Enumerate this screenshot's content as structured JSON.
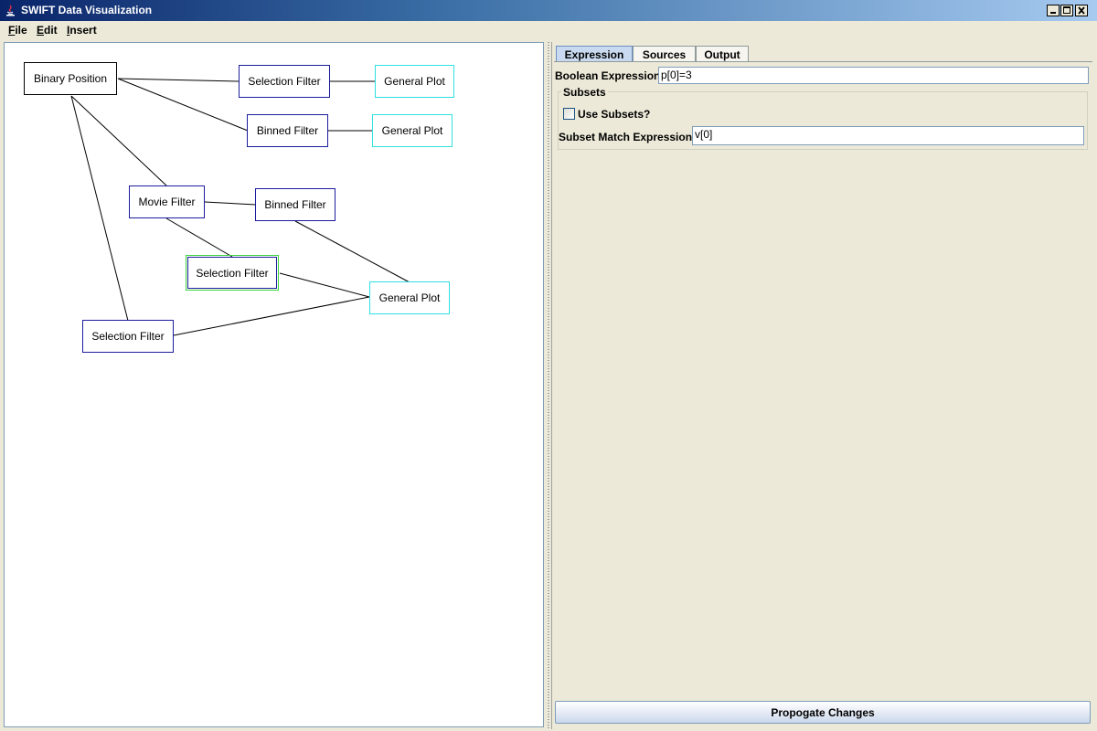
{
  "window": {
    "title": "SWIFT Data Visualization",
    "controls": [
      "minimize-icon",
      "maximize-icon",
      "close-icon"
    ]
  },
  "menu": {
    "file": {
      "mnemonic": "F",
      "rest": "ile"
    },
    "edit": {
      "mnemonic": "E",
      "rest": "dit"
    },
    "insert": {
      "mnemonic": "I",
      "rest": "nsert"
    }
  },
  "graph": {
    "nodes": {
      "binary_position": "Binary Position",
      "selection_filter_1": "Selection Filter",
      "general_plot_1": "General Plot",
      "binned_filter_1": "Binned Filter",
      "general_plot_2": "General Plot",
      "movie_filter": "Movie Filter",
      "binned_filter_2": "Binned Filter",
      "selection_filter_2": "Selection Filter",
      "general_plot_3": "General Plot",
      "selection_filter_3": "Selection Filter"
    },
    "selected_node": "selection_filter_2",
    "colors": {
      "source_border": "#000000",
      "filter_border": "#1c1c9c",
      "plot_border": "#30e0e0",
      "selection_outline": "#3ad33a"
    }
  },
  "tabs": {
    "items": [
      "Expression",
      "Sources",
      "Output"
    ],
    "active": "Expression"
  },
  "expression": {
    "boolean_label": "Boolean Expression",
    "boolean_value": "p[0]=3",
    "subsets_title": "Subsets",
    "use_subsets_label": "Use Subsets?",
    "use_subsets_checked": false,
    "subset_match_label": "Subset Match Expression",
    "subset_match_value": "v[0]"
  },
  "actions": {
    "propagate_label": "Propogate Changes"
  }
}
